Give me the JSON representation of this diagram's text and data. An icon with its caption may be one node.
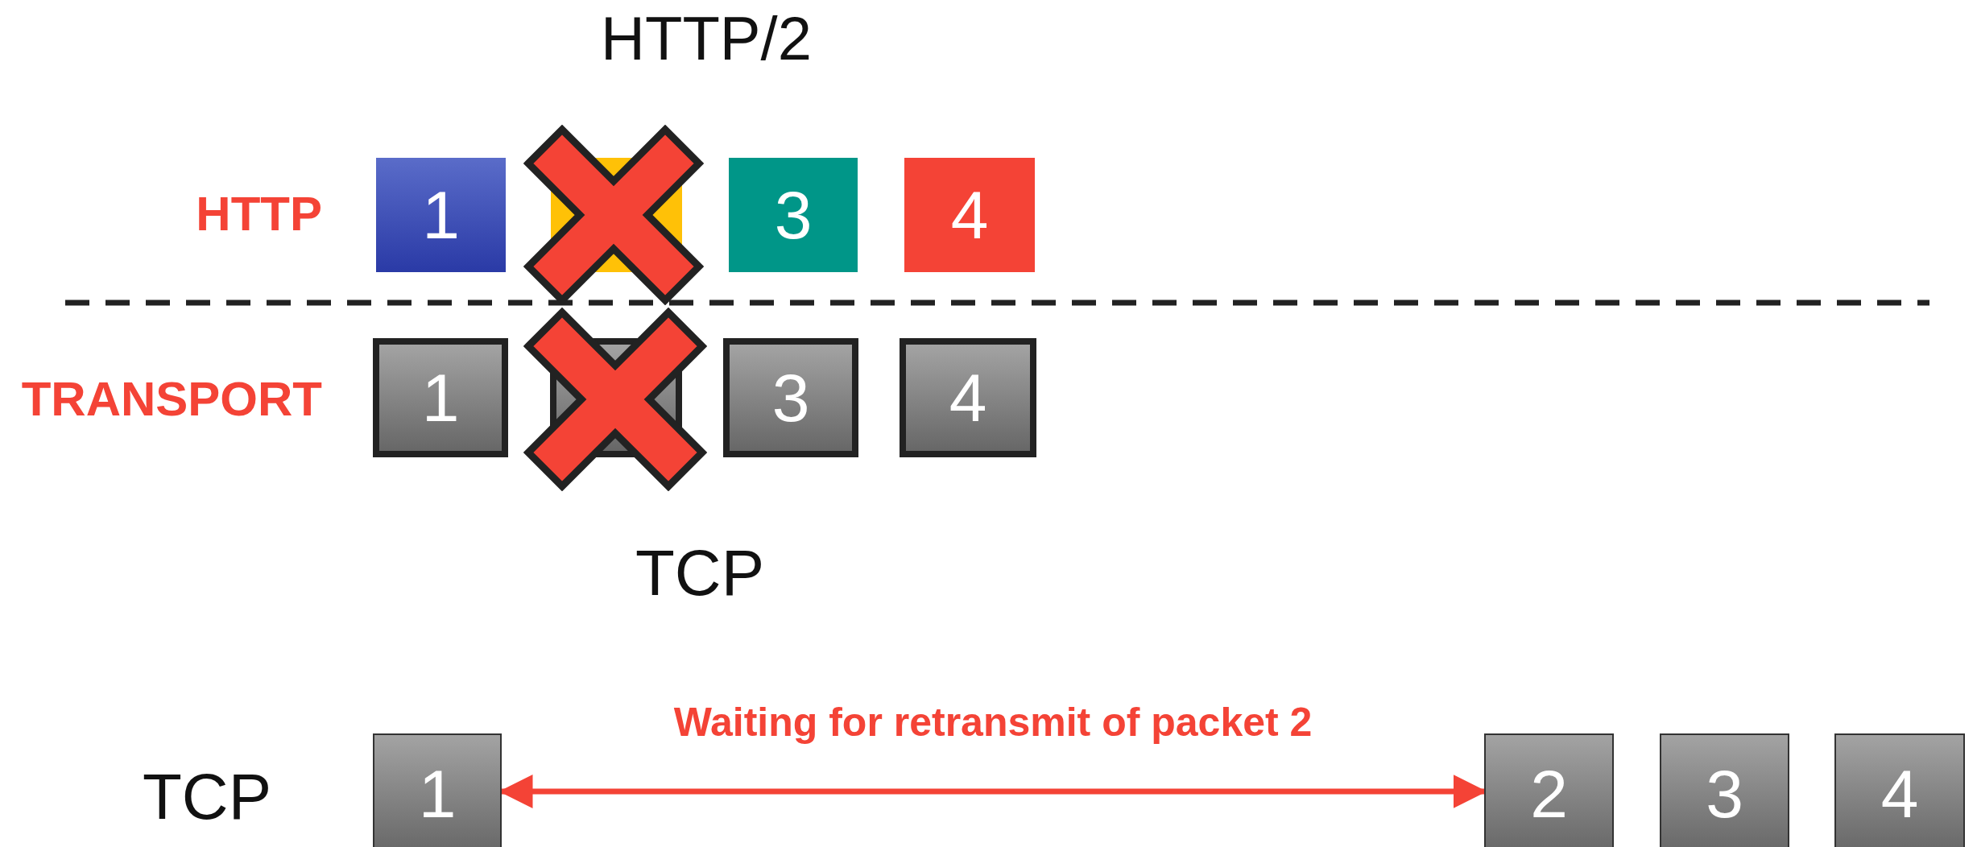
{
  "diagram": {
    "title": "HTTP/2",
    "nodes": [
      {
        "text": [
          "1"
        ]
      },
      {
        "text": [],
        "shape": "box"
      },
      {
        "text": [
          "3"
        ]
      },
      {
        "text": [
          "4"
        ]
      },
      {
        "text": [
          "1"
        ]
      },
      {
        "text": [],
        "shape": "box"
      },
      {
        "text": [
          "3"
        ]
      },
      {
        "text": [
          "4"
        ]
      },
      {
        "text": [
          "1"
        ]
      },
      {
        "text": [
          "2"
        ]
      },
      {
        "text": [
          "3"
        ]
      },
      {
        "text": [
          "4"
        ]
      }
    ],
    "edges": [
      {
        "from": 8,
        "to": 9,
        "arrow": "both",
        "label": "Waiting for retransmit of packet 2",
        "color": "#f44336"
      }
    ],
    "labels": [
      "HTTP",
      "TRANSPORT",
      "TCP",
      "TCP"
    ]
  }
}
